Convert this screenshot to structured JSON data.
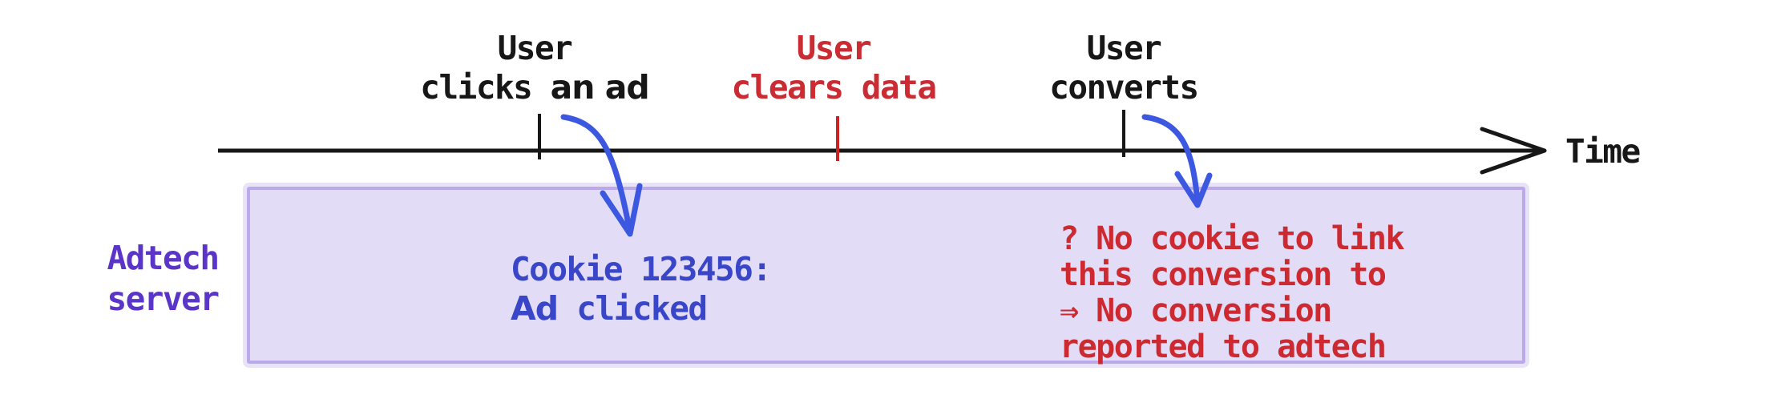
{
  "colors": {
    "axis_black": "#171717",
    "event_red": "#cb2b33",
    "tick_red": "#cc2222",
    "arrow_blue": "#3c58e0",
    "cookie_blue": "#3a46c8",
    "server_purple": "#5b35c8",
    "box_fill": "#e2dcf7",
    "box_border": "#bca9ea"
  },
  "timeline": {
    "time_label": "Time"
  },
  "events": [
    {
      "line1": "User",
      "line2_word1": "clicks",
      "line2_word2": "an ad"
    },
    {
      "line1": "User",
      "line2": "clears data"
    },
    {
      "line1": "User",
      "line2": "converts"
    }
  ],
  "server": {
    "line1": "Adtech",
    "line2": "server"
  },
  "cookie_note": {
    "line1": "Cookie 123456:",
    "line2_word1": "Ad",
    "line2_word2": "clicked"
  },
  "no_cookie_note": {
    "lines": [
      "? No cookie to link",
      "this conversion to",
      "⇒ No conversion",
      "reported to adtech"
    ]
  }
}
